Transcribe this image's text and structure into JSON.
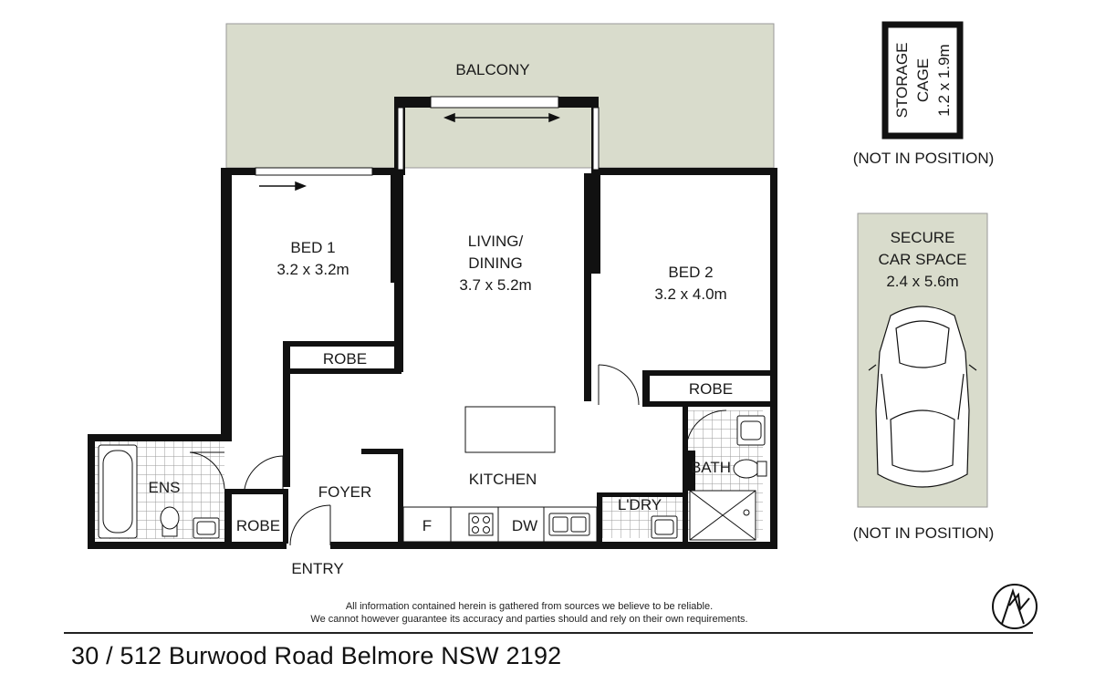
{
  "plan": {
    "balcony": "BALCONY",
    "bed1": {
      "name": "BED 1",
      "size": "3.2 x 3.2m"
    },
    "living": {
      "line1": "LIVING/",
      "line2": "DINING",
      "size": "3.7 x 5.2m"
    },
    "bed2": {
      "name": "BED 2",
      "size": "3.2 x 4.0m"
    },
    "robe_bed1": "ROBE",
    "robe_bed2": "ROBE",
    "robe_entry": "ROBE",
    "ensuite": "ENS",
    "foyer": "FOYER",
    "kitchen": "KITCHEN",
    "fridge": "F",
    "dishwasher": "DW",
    "laundry": "L'DRY",
    "bath": "BATH",
    "entry": "ENTRY"
  },
  "storage": {
    "line1": "STORAGE",
    "line2": "CAGE",
    "line3": "1.2 x 1.9m",
    "note": "(NOT IN POSITION)"
  },
  "car": {
    "line1": "SECURE",
    "line2": "CAR SPACE",
    "line3": "2.4 x 5.6m",
    "note": "(NOT IN POSITION)"
  },
  "disclaimer": {
    "line1": "All information contained herein is gathered from sources we believe to be reliable.",
    "line2": "We cannot however guarantee its accuracy and parties should and rely on their own requirements."
  },
  "address": "30 / 512 Burwood Road Belmore NSW 2192",
  "colors": {
    "fill": "#d9dccc",
    "wall": "#111111",
    "tile": "#9a9a9a"
  }
}
